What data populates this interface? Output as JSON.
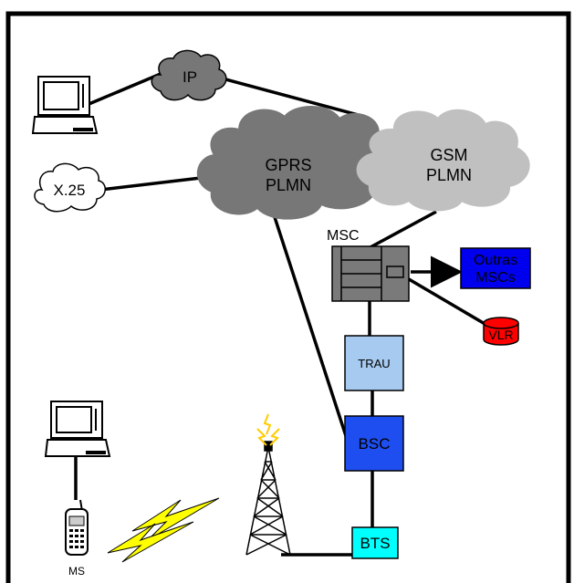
{
  "labels": {
    "ip": "IP",
    "x25": "X.25",
    "gprs_line1": "GPRS",
    "gprs_line2": "PLMN",
    "gsm_line1": "GSM",
    "gsm_line2": "PLMN",
    "msc": "MSC",
    "outras_line1": "Outras",
    "outras_line2": "MSCs",
    "vlr": "VLR",
    "trau": "TRAU",
    "bsc": "BSC",
    "bts": "BTS",
    "ms": "MS"
  },
  "colors": {
    "gprs_cloud": "#777777",
    "gsm_cloud": "#c0c0c0",
    "ip_cloud": "#777777",
    "msc_box": "#7a7a7a",
    "outras_box": "#0000ee",
    "vlr": "#ff0000",
    "trau_box": "#a6caf0",
    "bsc_box": "#1e4ef0",
    "bts_box": "#00ffff",
    "lightning": "#ffff00",
    "antenna_spark": "#ffcc00"
  }
}
